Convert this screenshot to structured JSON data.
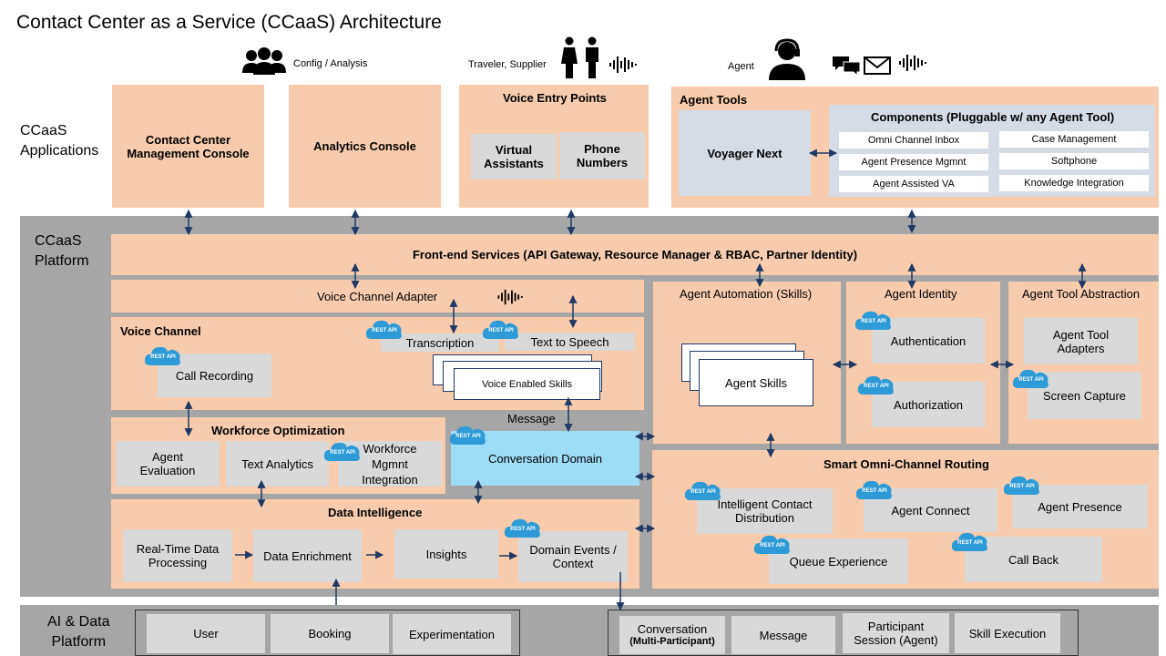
{
  "title": "Contact Center as a Service (CCaaS) Architecture",
  "personas": {
    "config": "Config / Analysis",
    "traveler": "Traveler, Supplier",
    "agent": "Agent"
  },
  "rows": {
    "apps": "CCaaS\nApplications",
    "platform": "CCaaS\nPlatform",
    "ai": "AI & Data\nPlatform"
  },
  "apps": {
    "ccmc": "Contact Center\nManagement Console",
    "analytics": "Analytics Console",
    "voice_entry": {
      "title": "Voice Entry Points",
      "va": "Virtual\nAssistants",
      "phone": "Phone\nNumbers"
    },
    "agent_tools": {
      "title": "Agent Tools",
      "voyager": "Voyager Next",
      "components_title": "Components (Pluggable w/ any Agent Tool)",
      "components": [
        "Omni Channel Inbox",
        "Case Management",
        "Agent Presence Mgmnt",
        "Softphone",
        "Agent Assisted VA",
        "Knowledge Integration"
      ]
    }
  },
  "platform": {
    "frontend": "Front-end Services (API Gateway, Resource Manager & RBAC, Partner Identity)",
    "voice_adapter": "Voice Channel Adapter",
    "voice_channel": {
      "title": "Voice Channel",
      "call_recording": "Call Recording",
      "transcription": "Transcription",
      "tts": "Text to Speech",
      "voice_skills": "Voice Enabled Skills"
    },
    "wfo": {
      "title": "Workforce Optimization",
      "agent_eval": "Agent\nEvaluation",
      "text_analytics": "Text Analytics",
      "wfm": "Workforce\nMgmnt\nIntegration"
    },
    "message": "Message",
    "conversation_domain": "Conversation Domain",
    "data_intel": {
      "title": "Data Intelligence",
      "rtdp": "Real-Time Data\nProcessing",
      "enrichment": "Data Enrichment",
      "insights": "Insights",
      "domain_events": "Domain Events /\nContext"
    },
    "agent_automation": {
      "title": "Agent Automation (Skills)",
      "skills": "Agent Skills"
    },
    "agent_identity": {
      "title": "Agent Identity",
      "authn": "Authentication",
      "authz": "Authorization"
    },
    "agent_tool_abs": {
      "title": "Agent Tool Abstraction",
      "adapters": "Agent Tool\nAdapters",
      "screen": "Screen Capture"
    },
    "routing": {
      "title": "Smart Omni-Channel Routing",
      "icd": "Intelligent Contact\nDistribution",
      "connect": "Agent Connect",
      "presence": "Agent Presence",
      "queue": "Queue Experience",
      "callback": "Call Back"
    }
  },
  "ai": {
    "left": [
      "User",
      "Booking",
      "Experimentation"
    ],
    "conversation": "Conversation",
    "conversation_sub": "(Multi-Participant)",
    "message": "Message",
    "participant": "Participant\nSession (Agent)",
    "skill_exec": "Skill Execution"
  },
  "rest_api": "REST API",
  "colors": {
    "peach": "#f8cbad",
    "band": "#a6a6a6",
    "box": "#d9d9d9",
    "conversation_domain": "#9ddcf7",
    "voyager": "#d6dce5",
    "arrow": "#1f3864",
    "cloud": "#2e9bd6"
  },
  "icons": [
    "people-icon",
    "travelers-icon",
    "soundwave-icon",
    "headset-agent-icon",
    "chat-bubbles-icon",
    "envelope-icon",
    "cloud-rest-api-icon"
  ]
}
